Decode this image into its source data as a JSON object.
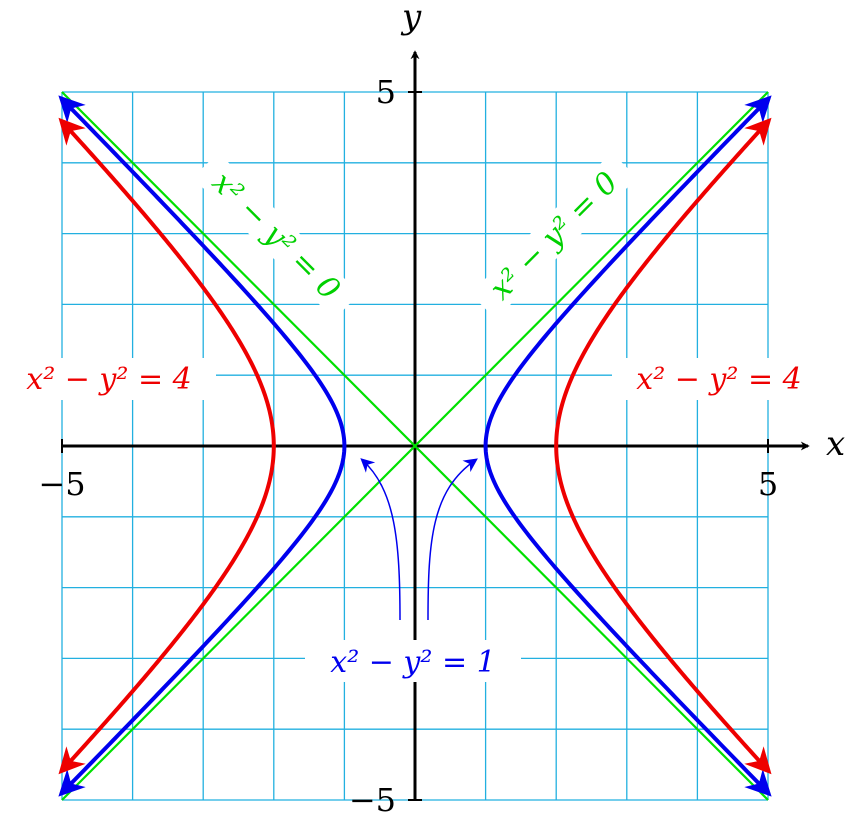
{
  "chart_data": {
    "type": "line",
    "xlabel": "x",
    "ylabel": "y",
    "xlim": [
      -5,
      5
    ],
    "ylim": [
      -5,
      5
    ],
    "grid": true,
    "grid_step": 1,
    "x_ticks": [
      {
        "value": -5,
        "label": "−5"
      },
      {
        "value": 5,
        "label": "5"
      }
    ],
    "y_ticks": [
      {
        "value": 5,
        "label": "5"
      },
      {
        "value": -5,
        "label": "−5"
      }
    ],
    "series": [
      {
        "name": "x² − y² = 0",
        "equation_c": 0,
        "color": "#00e000",
        "labels": [
          {
            "text": "x² − y² = 0",
            "side": "left"
          },
          {
            "text": "x² − y² = 0",
            "side": "right"
          }
        ]
      },
      {
        "name": "x² − y² = 1",
        "equation_c": 1,
        "color": "#0000ee",
        "labels": [
          {
            "text": "x² − y² = 1",
            "side": "bottom"
          }
        ]
      },
      {
        "name": "x² − y² = 4",
        "equation_c": 4,
        "color": "#ee0000",
        "labels": [
          {
            "text": "x² − y² = 4",
            "side": "left"
          },
          {
            "text": "x² − y² = 4",
            "side": "right"
          }
        ]
      }
    ],
    "colors": {
      "grid": "#22b0e0",
      "axis": "#000000"
    }
  }
}
